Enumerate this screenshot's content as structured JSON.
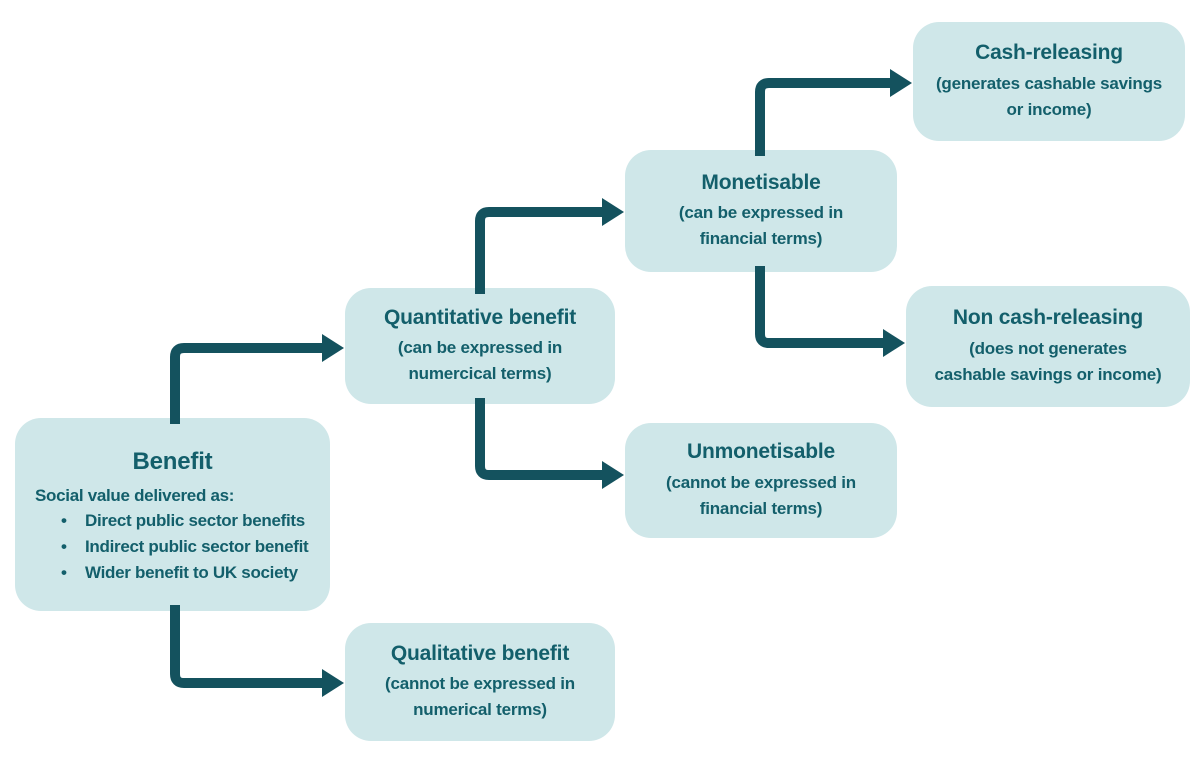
{
  "colors": {
    "box_fill": "#cfe7e9",
    "text_dark": "#135f6b",
    "connector": "#14525e",
    "background": "#ffffff"
  },
  "bullet_char": "•",
  "nodes": {
    "benefit": {
      "title": "Benefit",
      "intro": "Social value delivered as:",
      "bullets": [
        "Direct public sector benefits",
        "Indirect public sector benefit",
        "Wider benefit to UK society"
      ]
    },
    "quantitative": {
      "title": "Quantitative benefit",
      "body_lines": [
        "(can be expressed in",
        "numercical terms)"
      ]
    },
    "qualitative": {
      "title": "Qualitative benefit",
      "body_lines": [
        "(cannot be expressed in",
        "numerical terms)"
      ]
    },
    "monetisable": {
      "title": "Monetisable",
      "body_lines": [
        "(can be expressed in",
        "financial terms)"
      ]
    },
    "unmonetisable": {
      "title": "Unmonetisable",
      "body_lines": [
        "(cannot be expressed in",
        "financial terms)"
      ]
    },
    "cash_releasing": {
      "title": "Cash-releasing",
      "body_lines": [
        "(generates cashable savings",
        "or income)"
      ]
    },
    "non_cash_releasing": {
      "title": "Non cash-releasing",
      "body_lines": [
        "(does not generates",
        "cashable savings or income)"
      ]
    }
  },
  "connections": [
    {
      "from": "Benefit",
      "to": "Quantitative benefit"
    },
    {
      "from": "Benefit",
      "to": "Qualitative benefit"
    },
    {
      "from": "Quantitative benefit",
      "to": "Monetisable"
    },
    {
      "from": "Quantitative benefit",
      "to": "Unmonetisable"
    },
    {
      "from": "Monetisable",
      "to": "Cash-releasing"
    },
    {
      "from": "Monetisable",
      "to": "Non cash-releasing"
    }
  ]
}
